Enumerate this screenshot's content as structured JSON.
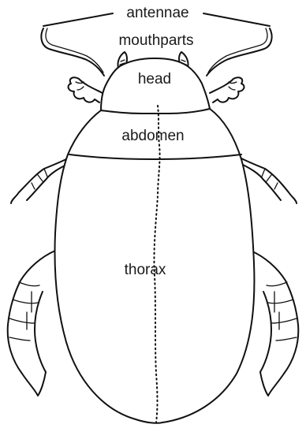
{
  "labels": {
    "antennae": "antennae",
    "mouthparts": "mouthparts",
    "head": "head",
    "abdomen": "abdomen",
    "thorax": "thorax"
  },
  "colors": {
    "line": "#111111",
    "background": "#ffffff",
    "text": "#1a1a1a"
  }
}
